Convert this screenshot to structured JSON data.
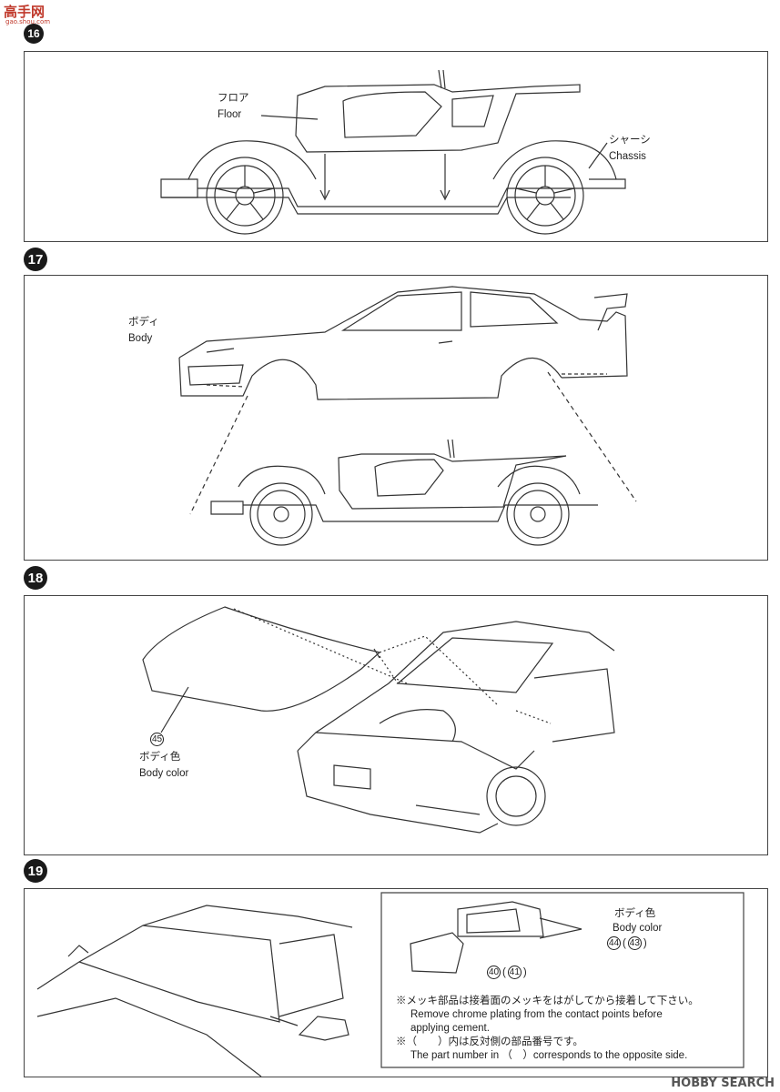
{
  "header": {
    "logo_text": "高手网",
    "logo_sub": "gao.shou.com",
    "step_16_badge": "16"
  },
  "step16": {
    "floor_jp": "フロア",
    "floor_en": "Floor",
    "chassis_jp": "シャーシ",
    "chassis_en": "Chassis"
  },
  "step17": {
    "badge": "17",
    "body_jp": "ボディ",
    "body_en": "Body"
  },
  "step18": {
    "badge": "18",
    "part_no": "45",
    "color_jp": "ボディ色",
    "color_en": "Body color"
  },
  "step19": {
    "badge": "19",
    "color_jp": "ボディ色",
    "color_en": "Body color",
    "part_a": "44",
    "part_a_alt": "43",
    "part_b": "40",
    "part_b_alt": "41",
    "note1_jp": "※メッキ部品は接着面のメッキをはがしてから接着して下さい。",
    "note1_en_1": "Remove chrome plating from the contact points before",
    "note1_en_2": "applying cement.",
    "note2_jp": "※（　　）内は反対側の部品番号です。",
    "note2_en": "The part number in （　）corresponds to the opposite side."
  },
  "watermark": "HOBBY SEARCH"
}
